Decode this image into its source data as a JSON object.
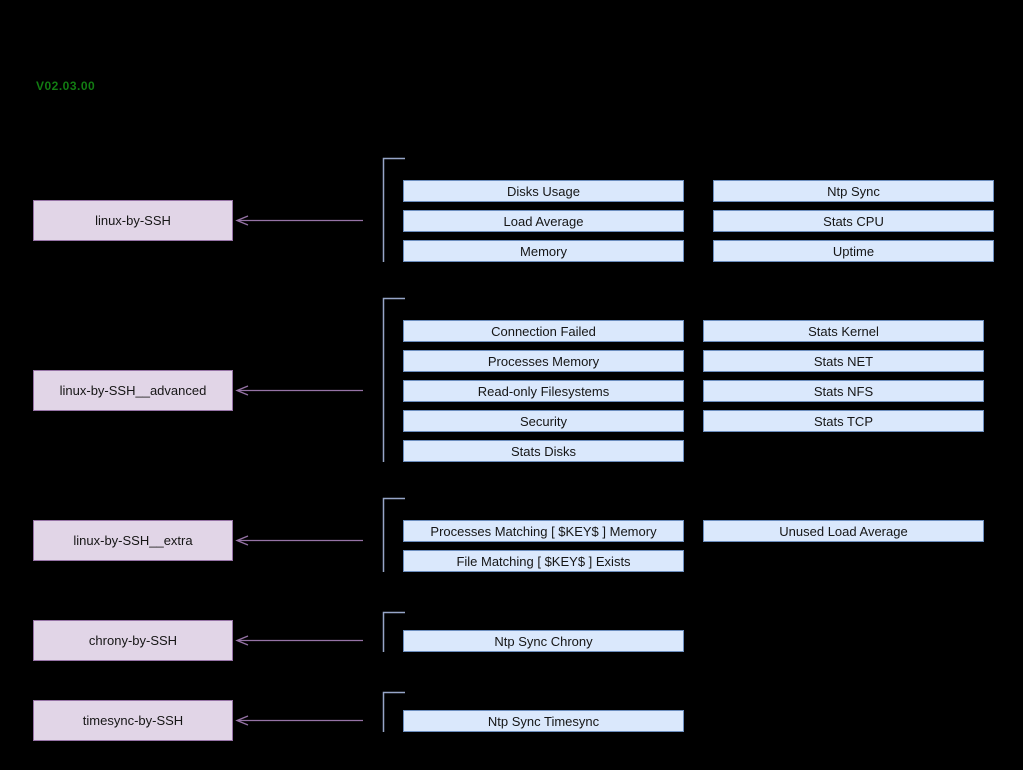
{
  "diagram": {
    "version_label": "V02.03.00",
    "colors": {
      "background": "#000000",
      "version_text": "#127c12",
      "template_fill": "#e1d5e7",
      "template_border": "#9673a6",
      "service_fill": "#dae8fc",
      "service_border": "#6c8ebf",
      "arrow": "#9673a6",
      "bracket": "#96a5c8"
    },
    "groups": [
      {
        "template": "linux-by-SSH",
        "services_left": [
          "Disks Usage",
          "Load Average",
          "Memory"
        ],
        "services_right": [
          "Ntp Sync",
          "Stats CPU",
          "Uptime"
        ]
      },
      {
        "template": "linux-by-SSH__advanced",
        "services_left": [
          "Connection Failed",
          "Processes Memory",
          "Read-only Filesystems",
          "Security",
          "Stats Disks"
        ],
        "services_right": [
          "Stats Kernel",
          "Stats NET",
          "Stats NFS",
          "Stats TCP"
        ]
      },
      {
        "template": "linux-by-SSH__extra",
        "services_left": [
          "Processes Matching [ $KEY$ ] Memory",
          "File Matching [ $KEY$ ] Exists"
        ],
        "services_right": [
          "Unused Load Average"
        ]
      },
      {
        "template": "chrony-by-SSH",
        "services_left": [
          "Ntp Sync Chrony"
        ],
        "services_right": []
      },
      {
        "template": "timesync-by-SSH",
        "services_left": [
          "Ntp Sync Timesync"
        ],
        "services_right": []
      }
    ]
  }
}
